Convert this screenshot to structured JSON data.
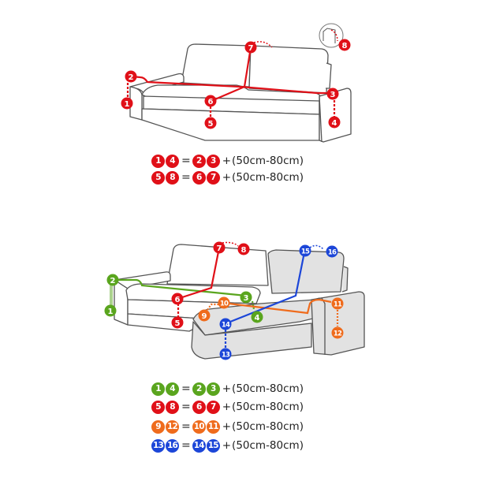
{
  "colors": {
    "red": "#e01018",
    "green": "#5aa51e",
    "orange": "#ef6b1c",
    "blue": "#1c46d8",
    "outline": "#555555",
    "fill_light": "#ffffff",
    "fill_gray": "#e2e2e2"
  },
  "sofa_diagram": {
    "points": [
      "1",
      "2",
      "3",
      "4",
      "5",
      "6",
      "7",
      "8"
    ],
    "formulas": [
      {
        "left": [
          "1",
          "4"
        ],
        "right": [
          "2",
          "3"
        ],
        "color": "#e01018",
        "equals": "=",
        "plus": "+",
        "text": "(50cm-80cm)"
      },
      {
        "left": [
          "5",
          "8"
        ],
        "right": [
          "6",
          "7"
        ],
        "color": "#e01018",
        "equals": "=",
        "plus": "+",
        "text": "(50cm-80cm)"
      }
    ]
  },
  "chaise_diagram": {
    "points": [
      "1",
      "2",
      "3",
      "4",
      "5",
      "6",
      "7",
      "8",
      "9",
      "10",
      "11",
      "12",
      "13",
      "14",
      "15",
      "16"
    ],
    "formulas": [
      {
        "left": [
          "1",
          "4"
        ],
        "right": [
          "2",
          "3"
        ],
        "color": "#5aa51e",
        "equals": "=",
        "plus": "+",
        "text": "(50cm-80cm)"
      },
      {
        "left": [
          "5",
          "8"
        ],
        "right": [
          "6",
          "7"
        ],
        "color": "#e01018",
        "equals": "=",
        "plus": "+",
        "text": "(50cm-80cm)"
      },
      {
        "left": [
          "9",
          "12"
        ],
        "right": [
          "10",
          "11"
        ],
        "color": "#ef6b1c",
        "equals": "=",
        "plus": "+",
        "text": "(50cm-80cm)"
      },
      {
        "left": [
          "13",
          "16"
        ],
        "right": [
          "14",
          "15"
        ],
        "color": "#1c46d8",
        "equals": "=",
        "plus": "+",
        "text": "(50cm-80cm)"
      }
    ]
  }
}
